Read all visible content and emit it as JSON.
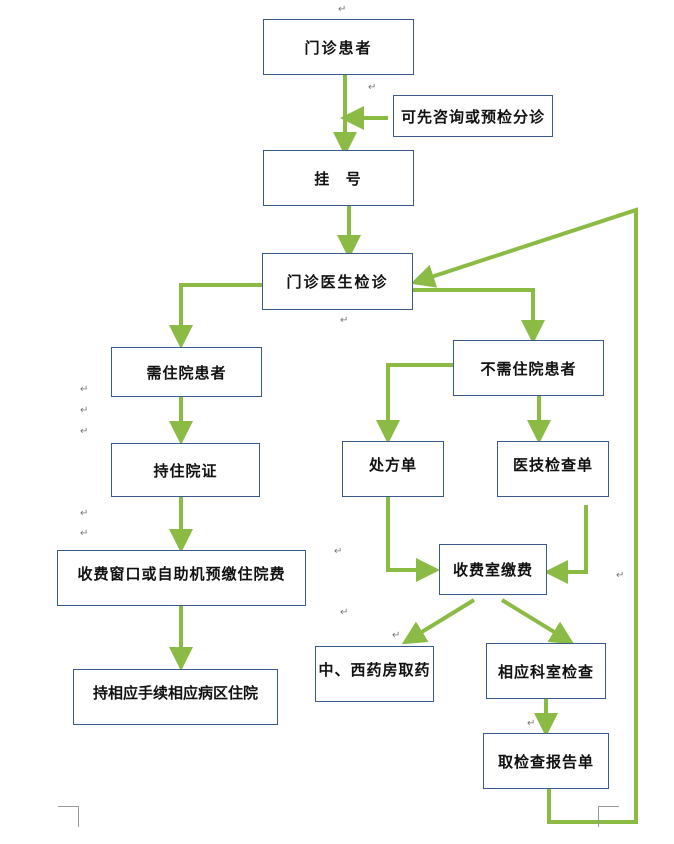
{
  "nodes": {
    "outpatient": "门诊患者",
    "consult": "可先咨询或预检分诊",
    "register": "挂  号",
    "doctor": "门诊医生检诊",
    "inpatient_needed": "需住院患者",
    "no_inpatient": "不需住院患者",
    "admission_cert": "持住院证",
    "prescription": "处方单",
    "lab_order": "医技检查单",
    "prepay": "收费窗口或自助机预缴住院费",
    "payment": "收费室缴费",
    "ward": "持相应手续相应病区住院",
    "pharmacy": "中、西药房取药",
    "exam": "相应科室检查",
    "report": "取检查报告单"
  },
  "return_mark": "↵",
  "colors": {
    "arrow": "#8cbb45",
    "box_border": "#3a5a8c"
  }
}
